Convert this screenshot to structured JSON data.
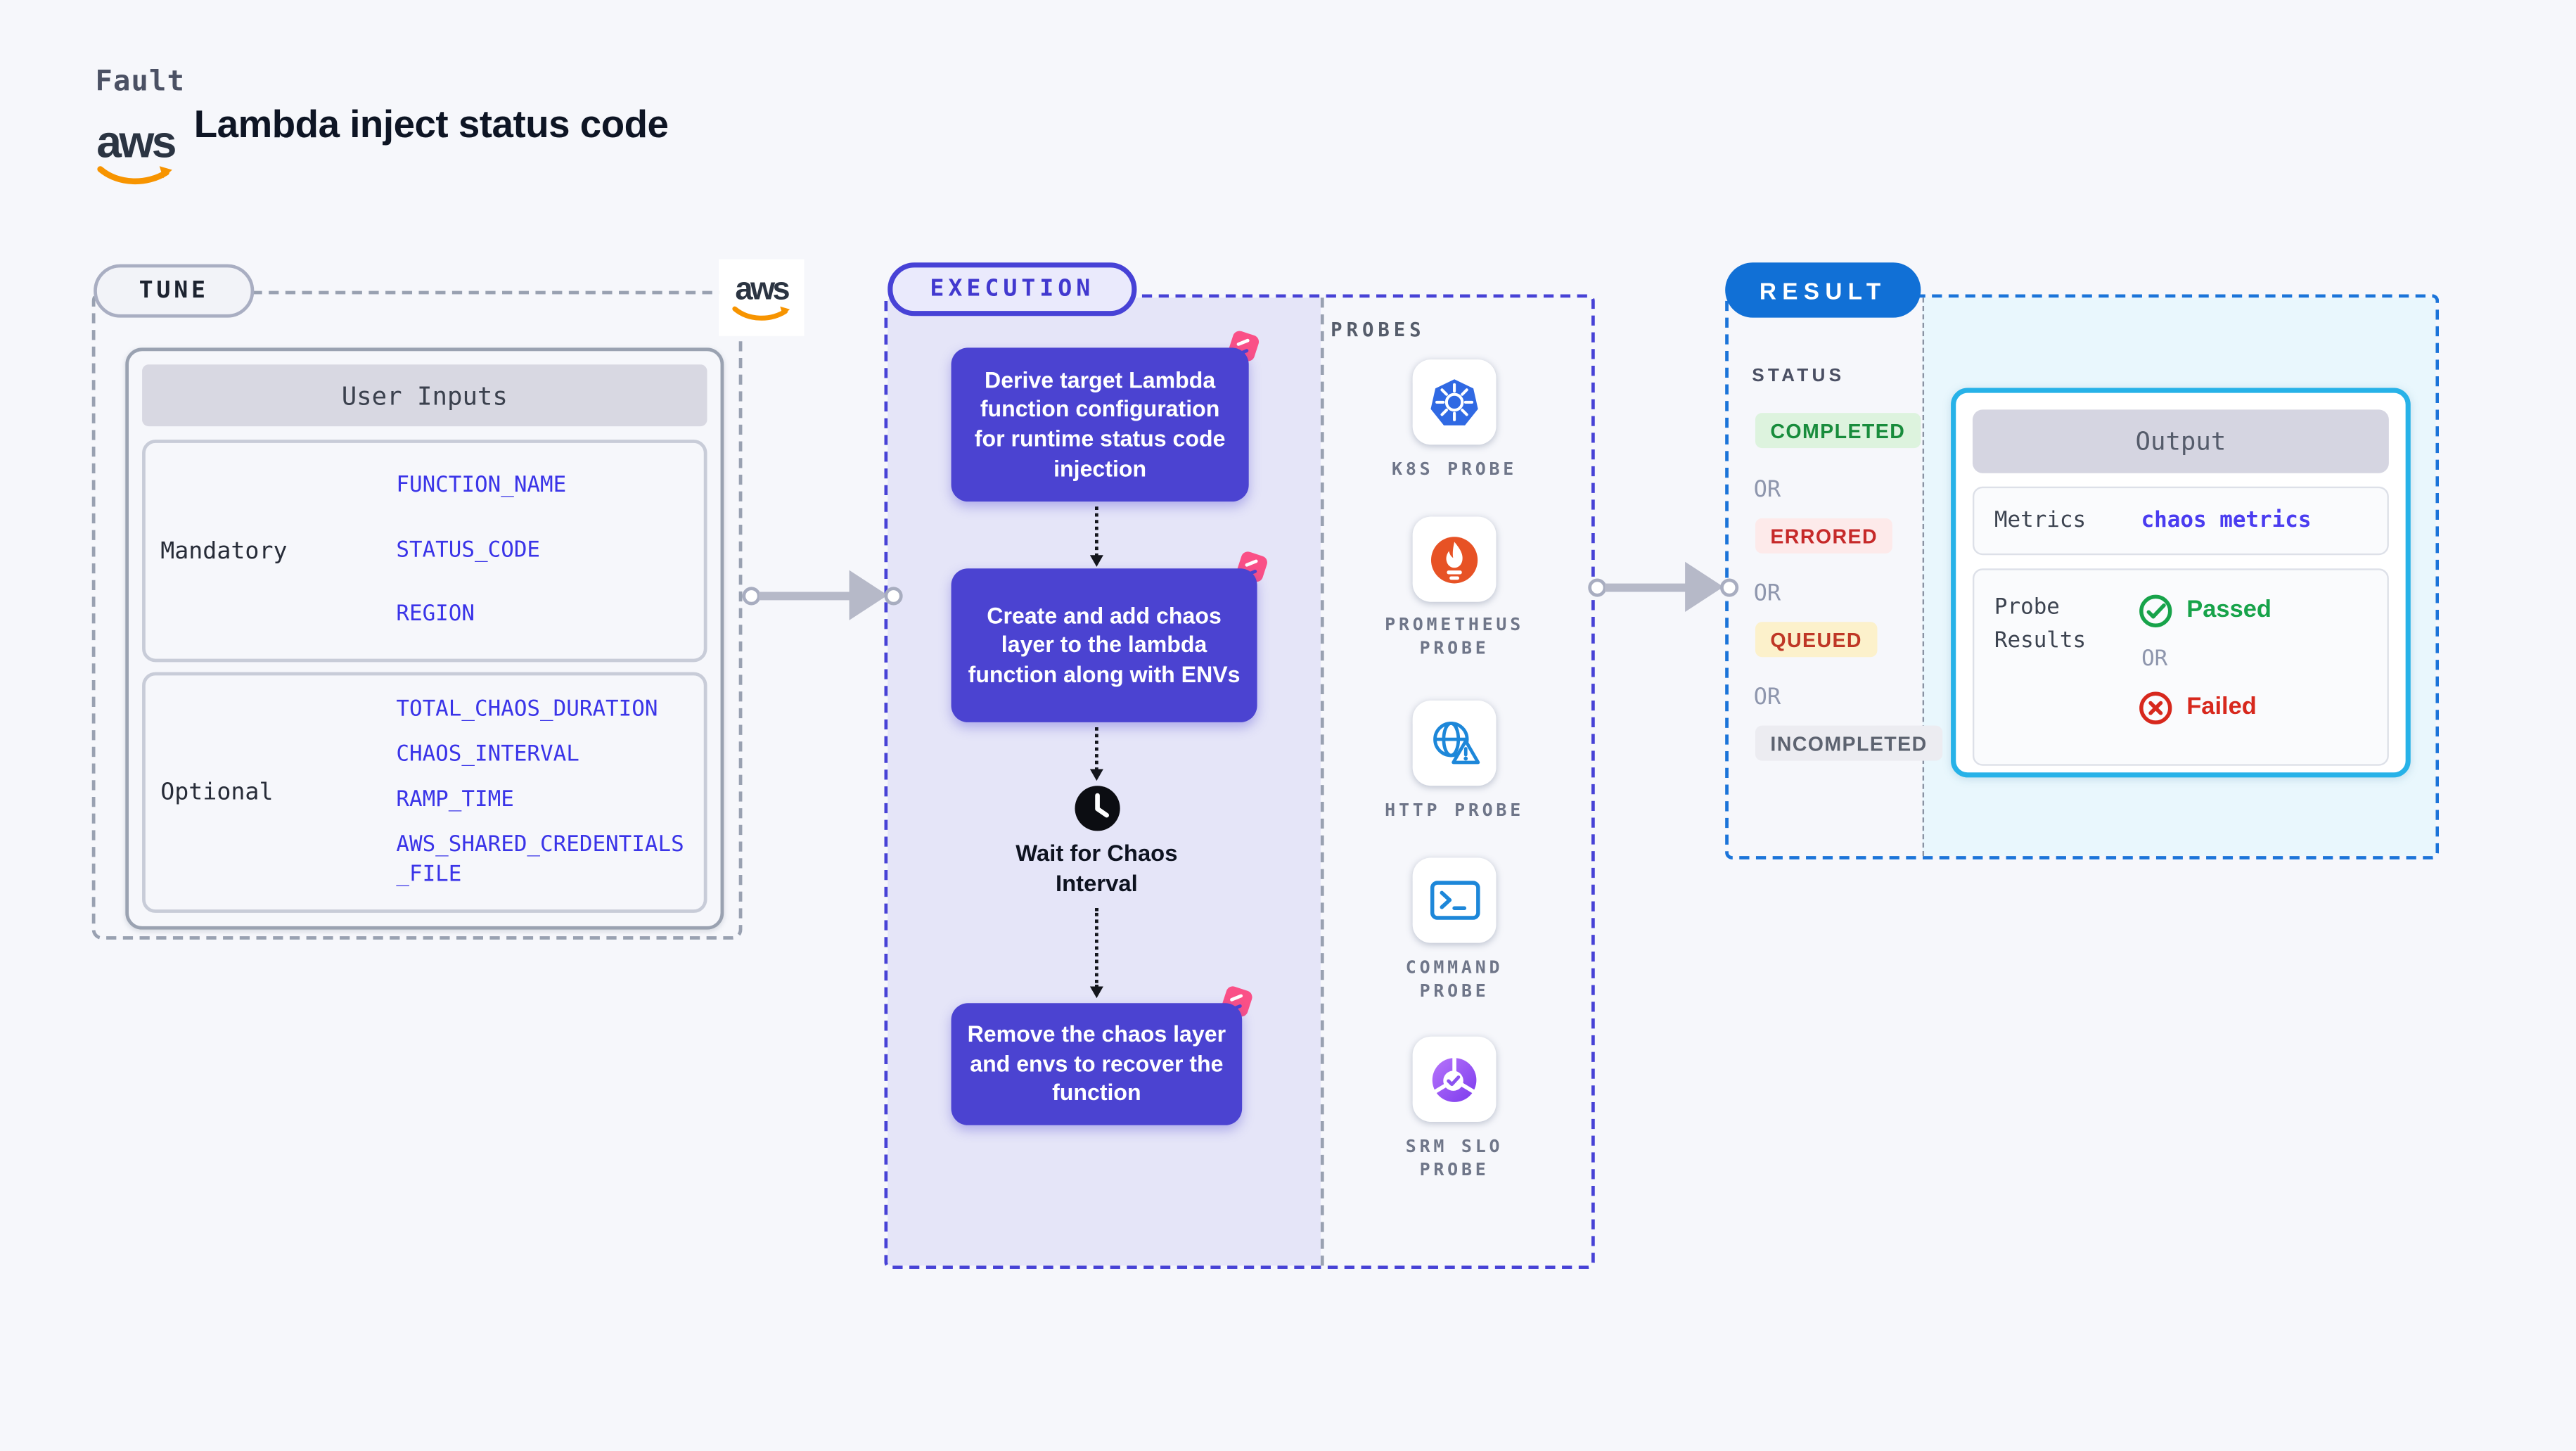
{
  "header": {
    "eyebrow": "Fault",
    "title": "Lambda inject status code",
    "aws_logo_text": "aws"
  },
  "tune": {
    "badge": "TUNE",
    "table": {
      "title": "User Inputs",
      "rows": [
        {
          "label": "Mandatory",
          "values": [
            "FUNCTION_NAME",
            "STATUS_CODE",
            "REGION"
          ]
        },
        {
          "label": "Optional",
          "values": [
            "TOTAL_CHAOS_DURATION",
            "CHAOS_INTERVAL",
            "RAMP_TIME",
            "AWS_SHARED_CREDENTIALS_FILE"
          ]
        }
      ]
    }
  },
  "execution": {
    "badge": "EXECUTION",
    "steps": [
      {
        "text": "Derive target Lambda function configuration for runtime status code injection"
      },
      {
        "text": "Create and add chaos layer to the lambda function along with ENVs"
      },
      {
        "text": "Remove the chaos layer and envs to recover the function"
      }
    ],
    "wait_node": {
      "label": "Wait for Chaos Interval"
    }
  },
  "probes": {
    "title": "PROBES",
    "items": [
      {
        "label": "K8S PROBE",
        "icon": "kubernetes-icon"
      },
      {
        "label": "PROMETHEUS PROBE",
        "icon": "prometheus-icon"
      },
      {
        "label": "HTTP PROBE",
        "icon": "http-globe-warning-icon"
      },
      {
        "label": "COMMAND PROBE",
        "icon": "terminal-icon"
      },
      {
        "label": "SRM SLO PROBE",
        "icon": "slo-donut-check-icon"
      }
    ]
  },
  "result": {
    "badge": "RESULT",
    "status_title": "STATUS",
    "or_label": "OR",
    "statuses": [
      {
        "label": "COMPLETED",
        "fg": "#188c3c",
        "bg": "#ddf3de"
      },
      {
        "label": "ERRORED",
        "fg": "#c62a2a",
        "bg": "#fdeaea"
      },
      {
        "label": "QUEUED",
        "fg": "#bf3726",
        "bg": "#fcf1cb"
      },
      {
        "label": "INCOMPLETED",
        "fg": "#5d6370",
        "bg": "#ececf1"
      }
    ],
    "output": {
      "title": "Output",
      "metrics_label": "Metrics",
      "metrics_value": "chaos metrics",
      "probe_results_label": "Probe Results",
      "passed_label": "Passed",
      "or_label": "OR",
      "failed_label": "Failed"
    }
  },
  "palette": {
    "page_bg": "#f6f7fb",
    "step_indigo": "#4b43d1",
    "execution_border": "#4742d6",
    "execution_lavender": "#e5e5f8",
    "tune_border_grey": "#99a1b1",
    "chaos_pink": "#fa5087",
    "result_pill_blue": "#1170d6",
    "result_border_blue": "#1b74d9",
    "result_cyan_bg": "#e9f7fd",
    "output_cyan_border": "#27b2e8",
    "input_value_blue": "#3a34e8",
    "metrics_value_blue": "#4a3cf0",
    "passed_green": "#17a34a",
    "failed_red": "#d7281d",
    "aws_orange": "#f79400",
    "kubernetes_blue": "#3069e3",
    "prometheus_orange": "#e75225",
    "http_blue": "#1d87d9",
    "srm_purple": "#8b5cf6"
  }
}
